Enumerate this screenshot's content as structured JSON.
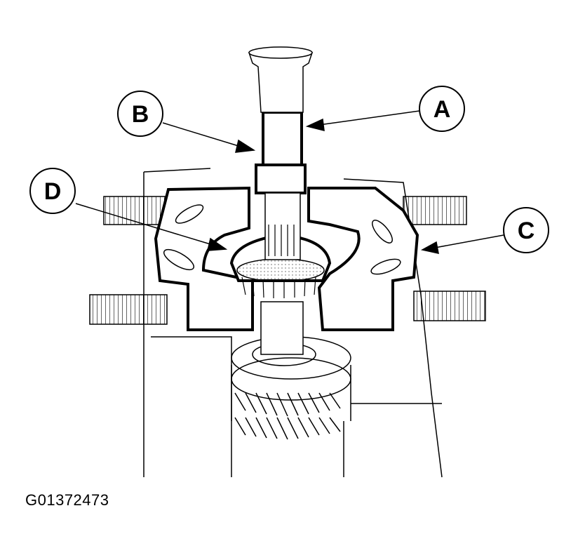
{
  "figure": {
    "id": "G01372473",
    "callouts": [
      {
        "key": "a",
        "label": "A"
      },
      {
        "key": "b",
        "label": "B"
      },
      {
        "key": "c",
        "label": "C"
      },
      {
        "key": "d",
        "label": "D"
      }
    ],
    "parts": [
      "press-ram",
      "shaft",
      "bearing-separator",
      "bolts",
      "bearing",
      "helical-gear",
      "support-blocks"
    ]
  }
}
